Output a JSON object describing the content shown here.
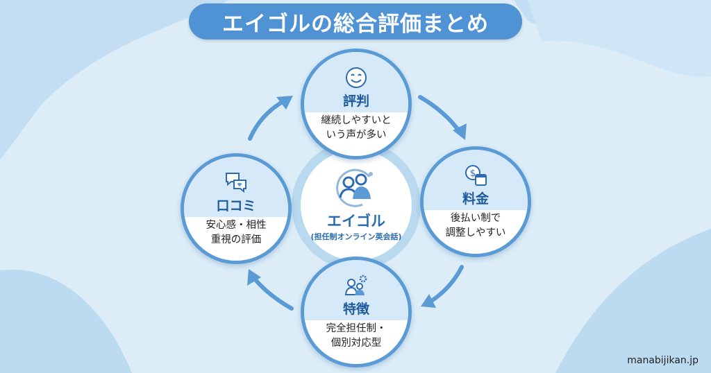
{
  "title": "エイゴルの総合評価まとめ",
  "center": {
    "name": "エイゴル",
    "subtitle": "(担任制オンライン英会話)",
    "icon": "teacher-student-logo-icon"
  },
  "items": [
    {
      "key": "reputation",
      "title": "評判",
      "lines": [
        "継続しやすいと",
        "いう声が多い"
      ],
      "icon": "smiley-icon"
    },
    {
      "key": "price",
      "title": "料金",
      "lines": [
        "後払い制で",
        "調整しやすい"
      ],
      "icon": "dollar-calendar-icon"
    },
    {
      "key": "features",
      "title": "特徴",
      "lines": [
        "完全担任制・",
        "個別対応型"
      ],
      "icon": "people-gear-icon"
    },
    {
      "key": "reviews",
      "title": "口コミ",
      "lines": [
        "安心感・相性",
        "重視の評価"
      ],
      "icon": "chat-heart-icon"
    }
  ],
  "footer": "manabijikan.jp",
  "colors": {
    "accent": "#4f93d4",
    "ring": "#5b9bd5",
    "bg": "#dcedf8"
  }
}
